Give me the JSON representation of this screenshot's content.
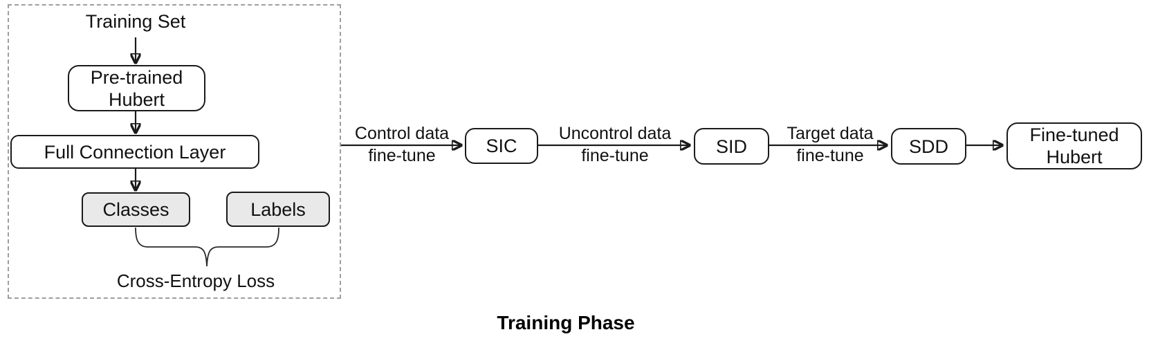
{
  "colors": {
    "background": "#ffffff",
    "box_border": "#1a1a1a",
    "box_fill_white": "#ffffff",
    "box_fill_gray": "#e9e9e9",
    "dashed_border": "#9e9e9e",
    "text": "#111111"
  },
  "training_block": {
    "title": "Training Set",
    "pretrained_hubert": "Pre-trained\nHubert",
    "full_connection_layer": "Full Connection Layer",
    "classes": "Classes",
    "labels": "Labels",
    "loss": "Cross-Entropy Loss"
  },
  "pipeline": {
    "stage1_label_line1": "Control data",
    "stage1_label_line2": "fine-tune",
    "sic": "SIC",
    "stage2_label_line1": "Uncontrol data",
    "stage2_label_line2": "fine-tune",
    "sid": "SID",
    "stage3_label_line1": "Target data",
    "stage3_label_line2": "fine-tune",
    "sdd": "SDD",
    "finetuned_hubert": "Fine-tuned\nHubert"
  },
  "caption": "Training Phase"
}
